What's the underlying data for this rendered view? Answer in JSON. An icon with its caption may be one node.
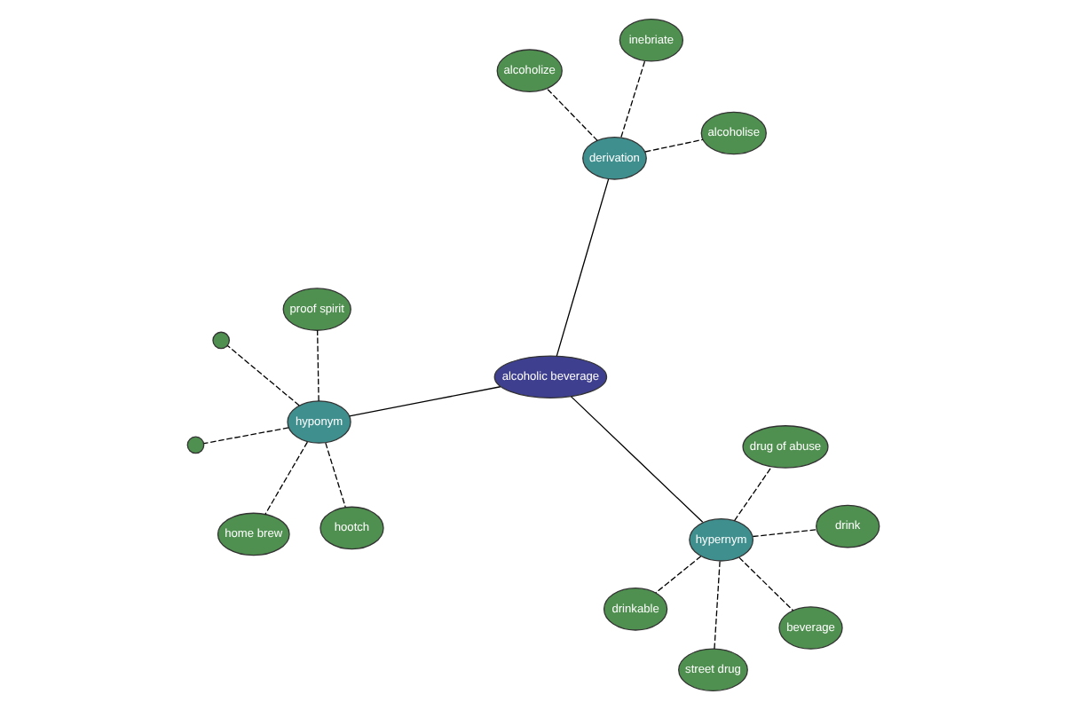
{
  "diagram": {
    "nodes": [
      {
        "text": [
          "alcoholic beverage"
        ]
      },
      {
        "text": [
          "hyponym"
        ]
      },
      {
        "text": [
          "hypernym"
        ]
      },
      {
        "text": [
          "derivation"
        ]
      },
      {
        "text": [
          "proof spirit"
        ]
      },
      {
        "text": [],
        "shape": "circle"
      },
      {
        "text": [],
        "shape": "circle"
      },
      {
        "text": [
          "hootch"
        ]
      },
      {
        "text": [
          "home brew"
        ]
      },
      {
        "text": [
          "beverage"
        ]
      },
      {
        "text": [
          "street drug"
        ]
      },
      {
        "text": [
          "drinkable"
        ]
      },
      {
        "text": [
          "drink"
        ]
      },
      {
        "text": [
          "drug of abuse"
        ]
      },
      {
        "text": [
          "alcoholize"
        ]
      },
      {
        "text": [
          "alcoholise"
        ]
      },
      {
        "text": [
          "inebriate"
        ]
      }
    ],
    "edges": [
      {
        "from": 0,
        "to": 1,
        "arrow": "none"
      },
      {
        "from": 0,
        "to": 2,
        "arrow": "none"
      },
      {
        "from": 0,
        "to": 3,
        "arrow": "none"
      },
      {
        "from": 1,
        "to": 4,
        "arrow": "none",
        "style": "dashed"
      },
      {
        "from": 1,
        "to": 5,
        "arrow": "none",
        "style": "dashed"
      },
      {
        "from": 1,
        "to": 6,
        "arrow": "none",
        "style": "dashed"
      },
      {
        "from": 1,
        "to": 7,
        "arrow": "none",
        "style": "dashed"
      },
      {
        "from": 1,
        "to": 8,
        "arrow": "none",
        "style": "dashed"
      },
      {
        "from": 2,
        "to": 9,
        "arrow": "none",
        "style": "dashed"
      },
      {
        "from": 2,
        "to": 10,
        "arrow": "none",
        "style": "dashed"
      },
      {
        "from": 2,
        "to": 11,
        "arrow": "none",
        "style": "dashed"
      },
      {
        "from": 2,
        "to": 12,
        "arrow": "none",
        "style": "dashed"
      },
      {
        "from": 2,
        "to": 13,
        "arrow": "none",
        "style": "dashed"
      },
      {
        "from": 3,
        "to": 14,
        "arrow": "none",
        "style": "dashed"
      },
      {
        "from": 3,
        "to": 15,
        "arrow": "none",
        "style": "dashed"
      },
      {
        "from": 3,
        "to": 16,
        "arrow": "none",
        "style": "dashed"
      }
    ]
  }
}
